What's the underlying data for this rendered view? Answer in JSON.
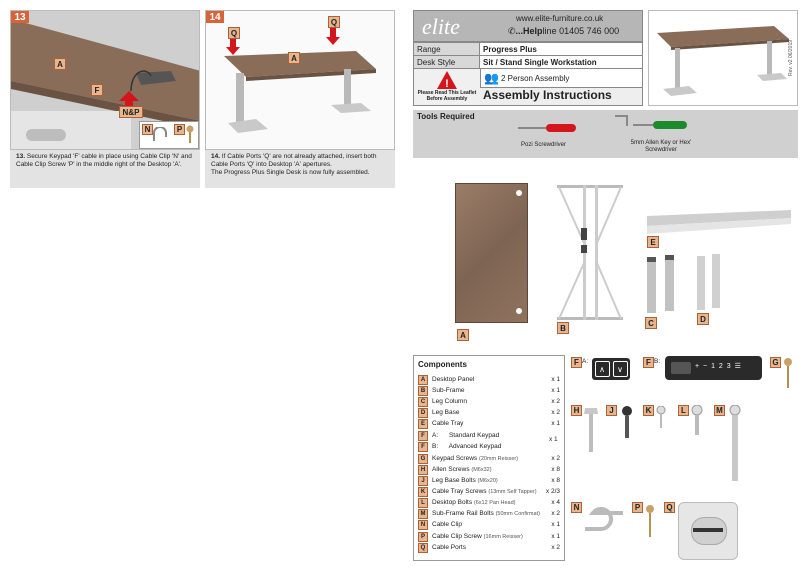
{
  "step13": {
    "number": "13",
    "label_a": "A",
    "label_f": "F",
    "label_np": "N&P",
    "label_n": "N",
    "label_p": "P",
    "caption_num": "13.",
    "caption": "Secure Keypad 'F' cable in place using Cable Clip 'N' and Cable Clip Screw 'P' in the middle right of the Desktop 'A'."
  },
  "step14": {
    "number": "14",
    "label_q1": "Q",
    "label_q2": "Q",
    "label_a": "A",
    "caption_num": "14.",
    "caption": "If Cable Ports 'Q' are not already attached, insert both Cable Ports 'Q' into Desktop 'A' apertures.",
    "caption2": "The Progress Plus Single Desk is now fully assembled."
  },
  "brand": {
    "logo": "elite",
    "website": "www.elite-furniture.co.uk",
    "helpline_prefix": "...Help",
    "helpline_rest": "line 01405 746 000"
  },
  "info": {
    "range_label": "Range",
    "range_value": "Progress Plus",
    "style_label": "Desk Style",
    "style_value": "Sit / Stand Single Workstation",
    "warning": "Please Read This Leaflet Before Assembly",
    "persons": "2 Person Assembly",
    "title": "Assembly Instructions",
    "revision": "Rev. v2 06/2019"
  },
  "tools": {
    "heading": "Tools Required",
    "tool1": "Pozi Screwdriver",
    "tool2": "5mm Allen Key or Hex' Screwdriver"
  },
  "parts_labels": {
    "a": "A",
    "b": "B",
    "c": "C",
    "d": "D",
    "e": "E"
  },
  "components": {
    "heading": "Components",
    "rows": [
      {
        "id": "A",
        "name": "Desktop Panel",
        "sub": "",
        "qty": "x 1"
      },
      {
        "id": "B",
        "name": "Sub-Frame",
        "sub": "",
        "qty": "x 1"
      },
      {
        "id": "C",
        "name": "Leg Column",
        "sub": "",
        "qty": "x 2"
      },
      {
        "id": "D",
        "name": "Leg Base",
        "sub": "",
        "qty": "x 2"
      },
      {
        "id": "E",
        "name": "Cable Tray",
        "sub": "",
        "qty": "x 1"
      },
      {
        "id": "F",
        "name": "A:      Standard Keypad",
        "sub": "",
        "qty": ""
      },
      {
        "id": "F",
        "name": "B:      Advanced Keypad",
        "sub": "",
        "qty": ""
      },
      {
        "id": "G",
        "name": "Keypad Screws",
        "sub": "(20mm Reisser)",
        "qty": "x 2"
      },
      {
        "id": "H",
        "name": "Allen Screws",
        "sub": "(M6x32)",
        "qty": "x 8"
      },
      {
        "id": "J",
        "name": "Leg Base Bolts",
        "sub": "(M6x20)",
        "qty": "x 8"
      },
      {
        "id": "K",
        "name": "Cable Tray Screws",
        "sub": "(13mm Self Tapper)",
        "qty": "x 2/3"
      },
      {
        "id": "L",
        "name": "Desktop Bolts",
        "sub": "(6x12 Pan Head)",
        "qty": "x 4"
      },
      {
        "id": "M",
        "name": "Sub-Frame Rail Bolts",
        "sub": "(50mm Confirmat)",
        "qty": "x 2"
      },
      {
        "id": "N",
        "name": "Cable Clip",
        "sub": "",
        "qty": "x 1"
      },
      {
        "id": "P",
        "name": "Cable Clip Screw",
        "sub": "(16mm Reisser)",
        "qty": "x 1"
      },
      {
        "id": "Q",
        "name": "Cable Ports",
        "sub": "",
        "qty": "x 2"
      }
    ],
    "f_qty": "x 1"
  },
  "hardware": {
    "f_a": "F",
    "f_a_sub": "A:",
    "f_b": "F",
    "f_b_sub": "B:",
    "g": "G",
    "h": "H",
    "j": "J",
    "k": "K",
    "l": "L",
    "m": "M",
    "n": "N",
    "p": "P",
    "q": "Q",
    "keypad_keys": "+ − 1 2 3 ☰"
  }
}
